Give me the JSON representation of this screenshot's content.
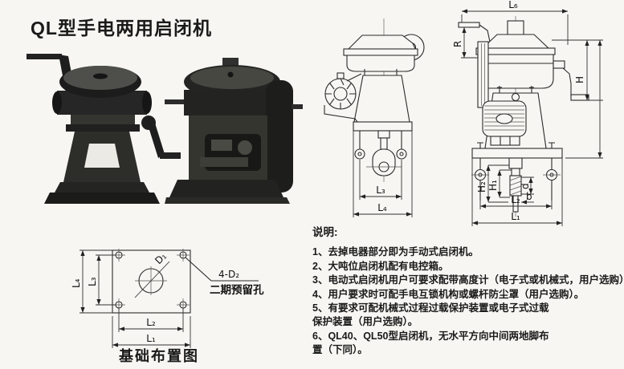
{
  "page": {
    "title": "QL型手电两用启闭机"
  },
  "dims": {
    "l1": "L₁",
    "l2": "L₂",
    "l3": "L₃",
    "l4": "L₄",
    "l6": "L₆",
    "r": "R",
    "h": "H",
    "h1": "H₁",
    "h2": "H₂",
    "d": "d",
    "b": "b",
    "d1": "D₁"
  },
  "foundation": {
    "hole_label": "4-D₂",
    "hole_note": "二期预留孔",
    "caption": "基础布置图"
  },
  "notes": {
    "heading": "说明:",
    "lines": [
      "1、去掉电器部分即为手动式启闭机。",
      "2、大吨位启闭机配有电控箱。",
      "3、电动式启闭机用户可要求配带高度计（电子式或机械式，用户选购）。",
      "4、用户要求时可配手电互锁机构或螺杆防尘罩（用户选购）。",
      "5、有要求可配机械式过程过载保护装置或电子式过载",
      "保护装置（用户选购）。",
      "6、QL40、QL50型启闭机，无水平方向中间两地脚布",
      "置（下同）。"
    ]
  }
}
